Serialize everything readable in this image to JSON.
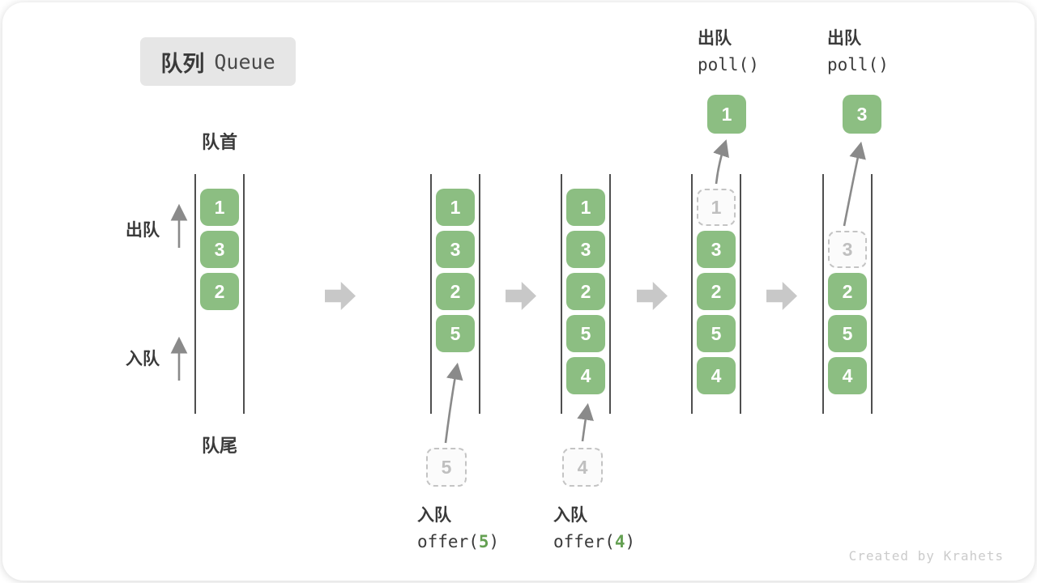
{
  "title": {
    "zh": "队列",
    "en": "Queue"
  },
  "side_labels": {
    "front": "队首",
    "rear": "队尾",
    "dequeue": "出队",
    "enqueue": "入队"
  },
  "queues": [
    {
      "name": "state-initial",
      "slots": [
        {
          "row": 0,
          "value": "1",
          "style": "filled"
        },
        {
          "row": 1,
          "value": "3",
          "style": "filled"
        },
        {
          "row": 2,
          "value": "2",
          "style": "filled"
        }
      ]
    },
    {
      "name": "state-after-offer-5",
      "slots": [
        {
          "row": 0,
          "value": "1",
          "style": "filled"
        },
        {
          "row": 1,
          "value": "3",
          "style": "filled"
        },
        {
          "row": 2,
          "value": "2",
          "style": "filled"
        },
        {
          "row": 3,
          "value": "5",
          "style": "filled"
        }
      ]
    },
    {
      "name": "state-after-offer-4",
      "slots": [
        {
          "row": 0,
          "value": "1",
          "style": "filled"
        },
        {
          "row": 1,
          "value": "3",
          "style": "filled"
        },
        {
          "row": 2,
          "value": "2",
          "style": "filled"
        },
        {
          "row": 3,
          "value": "5",
          "style": "filled"
        },
        {
          "row": 4,
          "value": "4",
          "style": "filled"
        }
      ]
    },
    {
      "name": "state-after-poll-1",
      "slots": [
        {
          "row": 0,
          "value": "1",
          "style": "ghost"
        },
        {
          "row": 1,
          "value": "3",
          "style": "filled"
        },
        {
          "row": 2,
          "value": "2",
          "style": "filled"
        },
        {
          "row": 3,
          "value": "5",
          "style": "filled"
        },
        {
          "row": 4,
          "value": "4",
          "style": "filled"
        }
      ]
    },
    {
      "name": "state-after-poll-3",
      "slots": [
        {
          "row": 1,
          "value": "3",
          "style": "ghost"
        },
        {
          "row": 2,
          "value": "2",
          "style": "filled"
        },
        {
          "row": 3,
          "value": "5",
          "style": "filled"
        },
        {
          "row": 4,
          "value": "4",
          "style": "filled"
        }
      ]
    }
  ],
  "callouts": {
    "enqueue5": {
      "action": "入队",
      "code_prefix": "offer(",
      "code_arg": "5",
      "code_suffix": ")",
      "pending_value": "5"
    },
    "enqueue4": {
      "action": "入队",
      "code_prefix": "offer(",
      "code_arg": "4",
      "code_suffix": ")",
      "pending_value": "4"
    },
    "poll1": {
      "action": "出队",
      "code": "poll()",
      "removed_value": "1"
    },
    "poll2": {
      "action": "出队",
      "code": "poll()",
      "removed_value": "3"
    }
  },
  "watermark": "Created by Krahets",
  "colors": {
    "box_green": "#8cbe82",
    "ghost_border": "#c4c4c4",
    "ghost_text": "#bfbfbf",
    "arrow_gray": "#c8c8c8",
    "thin_arrow": "#8a8a8a",
    "code_green": "#64a052"
  }
}
